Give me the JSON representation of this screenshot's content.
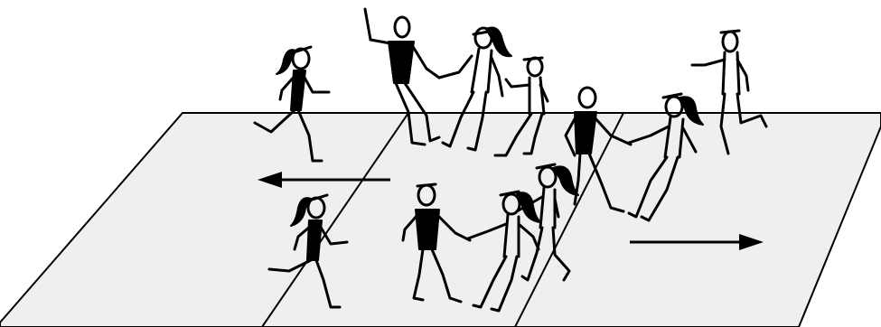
{
  "scene": {
    "court_fill": "#efefef",
    "line_color": "#000000",
    "arrows": [
      "arrow-left",
      "arrow-right"
    ],
    "figures": [
      {
        "id": "runner-top-left",
        "gender": "girl"
      },
      {
        "id": "boy-arm-raised",
        "gender": "boy"
      },
      {
        "id": "girl-holding-hands-top",
        "gender": "girl"
      },
      {
        "id": "boy-small-top",
        "gender": "boy"
      },
      {
        "id": "boy-mid-court",
        "gender": "boy"
      },
      {
        "id": "girl-pulling-right",
        "gender": "girl"
      },
      {
        "id": "boy-top-right",
        "gender": "boy"
      },
      {
        "id": "runner-bottom-left",
        "gender": "girl"
      },
      {
        "id": "boy-bottom-center",
        "gender": "boy"
      },
      {
        "id": "girl-bottom-pair",
        "gender": "girl"
      },
      {
        "id": "girl-bottom-right",
        "gender": "girl"
      }
    ]
  }
}
